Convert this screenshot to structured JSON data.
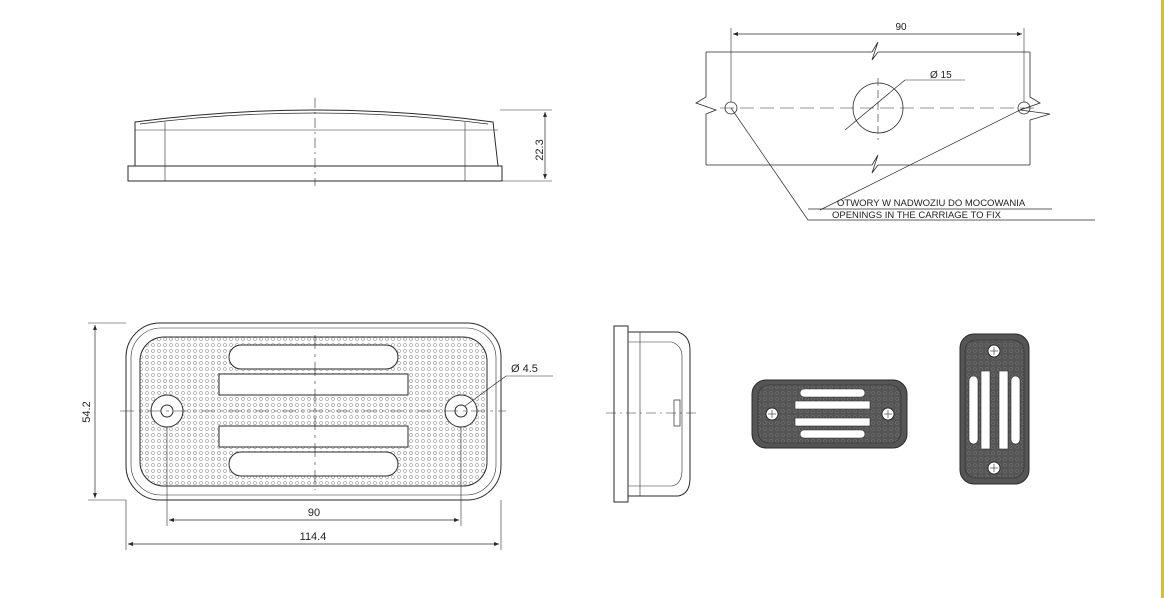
{
  "dimensions": {
    "side_height": "22.3",
    "mount_spacing": "90",
    "mount_hole": "Ø 15",
    "front_height": "54.2",
    "front_hole": "Ø  4.5",
    "front_spacing": "90",
    "front_width": "114.4"
  },
  "notes": {
    "mount_pl": "OTWORY W NADWOZIU DO MOCOWANIA",
    "mount_en": "OPENINGS IN THE CARRIAGE TO FIX"
  },
  "colors": {
    "line": "#2a2a2a",
    "accent": "#d9c21a"
  }
}
